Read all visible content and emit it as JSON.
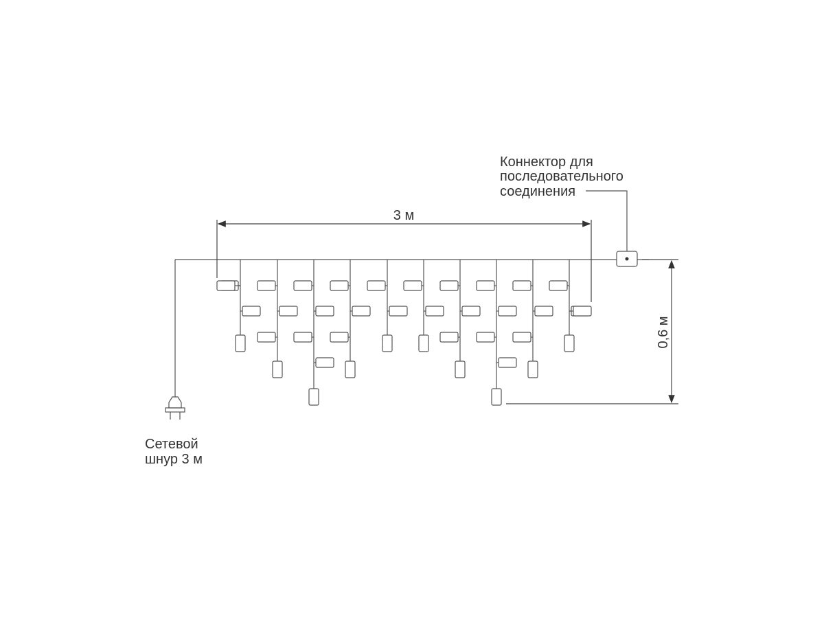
{
  "labels": {
    "width": "3 м",
    "height": "0,6 м",
    "connector": [
      "Коннектор для",
      "последовательного",
      "соединения"
    ],
    "power_cord": [
      "Сетевой",
      "шнур 3 м"
    ]
  },
  "icons": {
    "plug": "plug-icon",
    "connector": "connector-box-icon"
  },
  "colors": {
    "line": "#555555",
    "text": "#333333"
  }
}
